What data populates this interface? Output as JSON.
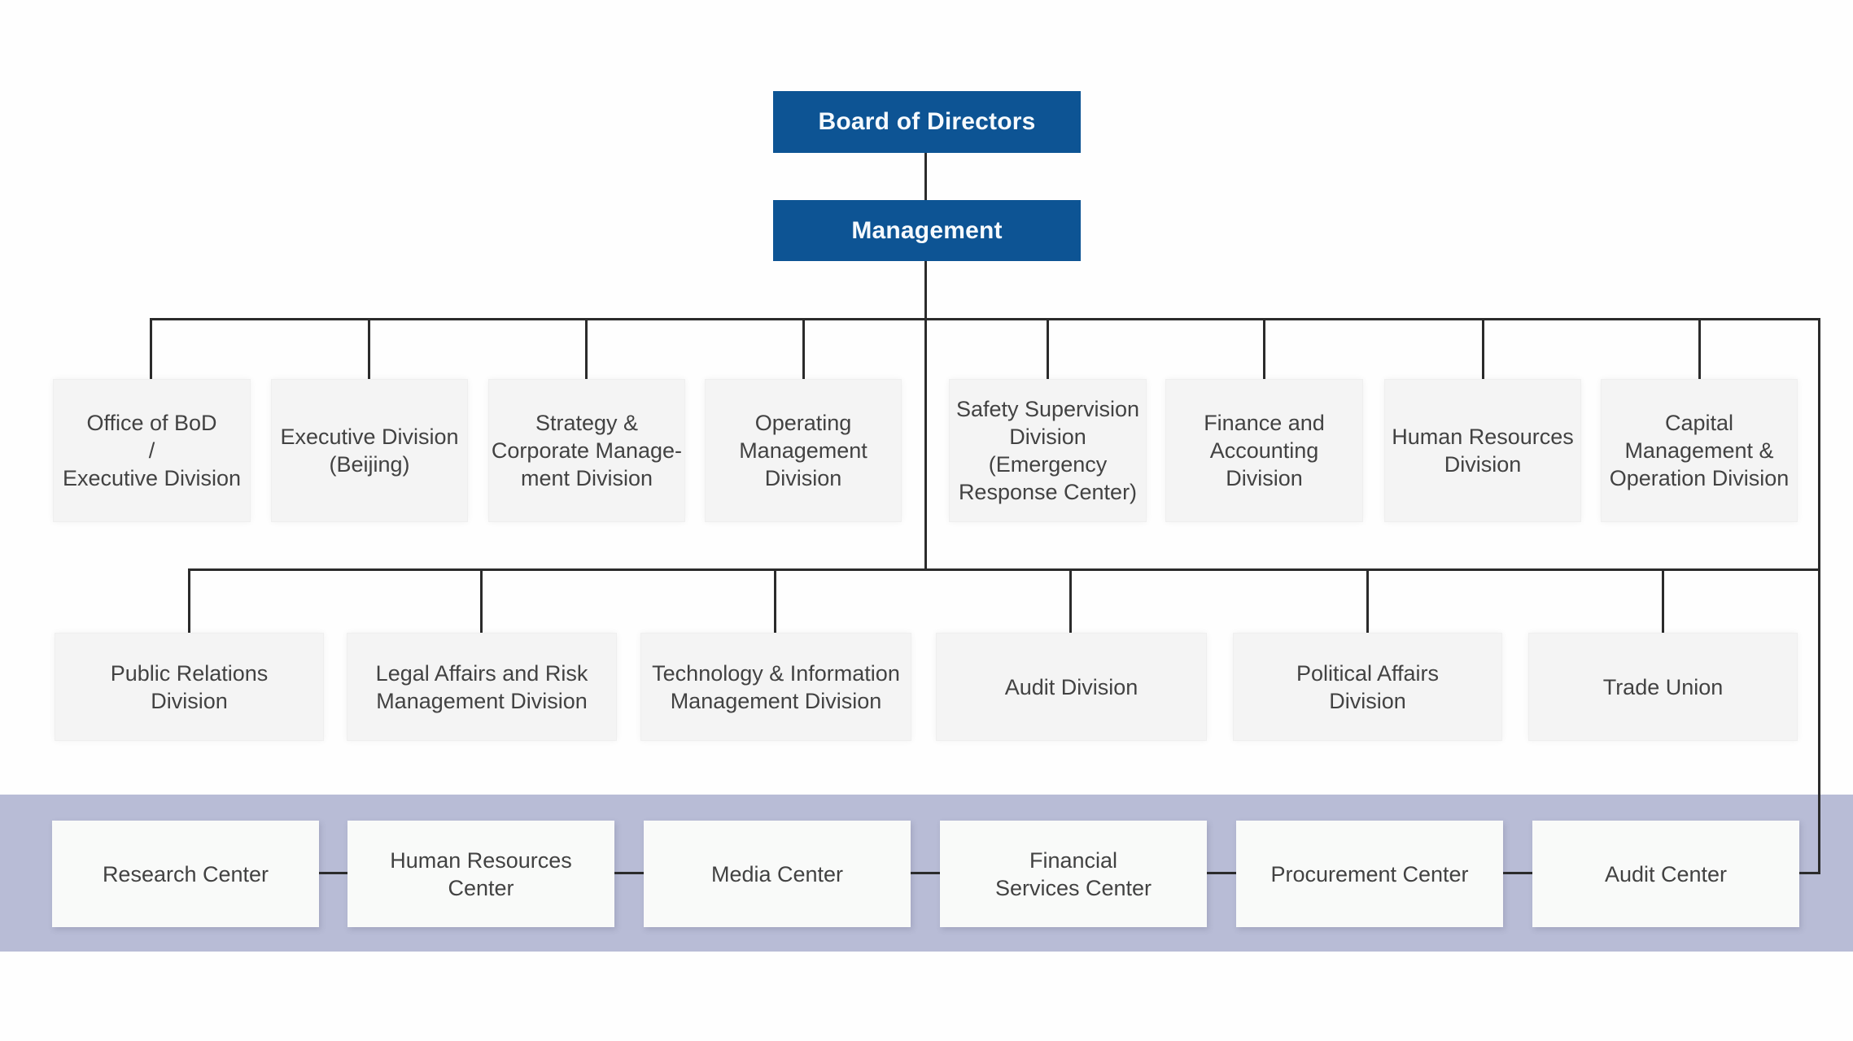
{
  "org_chart": {
    "executive_nodes": [
      {
        "label": "Board of Directors"
      },
      {
        "label": "Management"
      }
    ],
    "division_row_1": [
      {
        "label": "Office of BoD\n/\nExecutive Division"
      },
      {
        "label": "Executive Division\n(Beijing)"
      },
      {
        "label": "Strategy &\nCorporate Manage-\nment Division"
      },
      {
        "label": "Operating\nManagement\nDivision"
      },
      {
        "label": "Safety Supervision\nDivision (Emergency\nResponse Center)"
      },
      {
        "label": "Finance and\nAccounting\nDivision"
      },
      {
        "label": "Human Resources\nDivision"
      },
      {
        "label": "Capital\nManagement &\nOperation Division"
      }
    ],
    "division_row_2": [
      {
        "label": "Public  Relations\nDivision"
      },
      {
        "label": "Legal Affairs and Risk\nManagement Division"
      },
      {
        "label": "Technology & Information\nManagement Division"
      },
      {
        "label": "Audit Division"
      },
      {
        "label": "Political Affairs\nDivision"
      },
      {
        "label": "Trade Union"
      }
    ],
    "centers_row": [
      {
        "label": "Research Center"
      },
      {
        "label": "Human Resources\nCenter"
      },
      {
        "label": "Media Center"
      },
      {
        "label": "Financial\nServices Center"
      },
      {
        "label": "Procurement Center"
      },
      {
        "label": "Audit Center"
      }
    ],
    "colors": {
      "executive_node_blue": "#0d5494",
      "executive_node_text": "#ffffff",
      "division_box_fill": "#f4f4f4",
      "center_box_fill": "#f9faf9",
      "centers_band_fill": "#b8bcd6",
      "connector_line": "#2b2b2b",
      "label_text": "#424242"
    }
  }
}
